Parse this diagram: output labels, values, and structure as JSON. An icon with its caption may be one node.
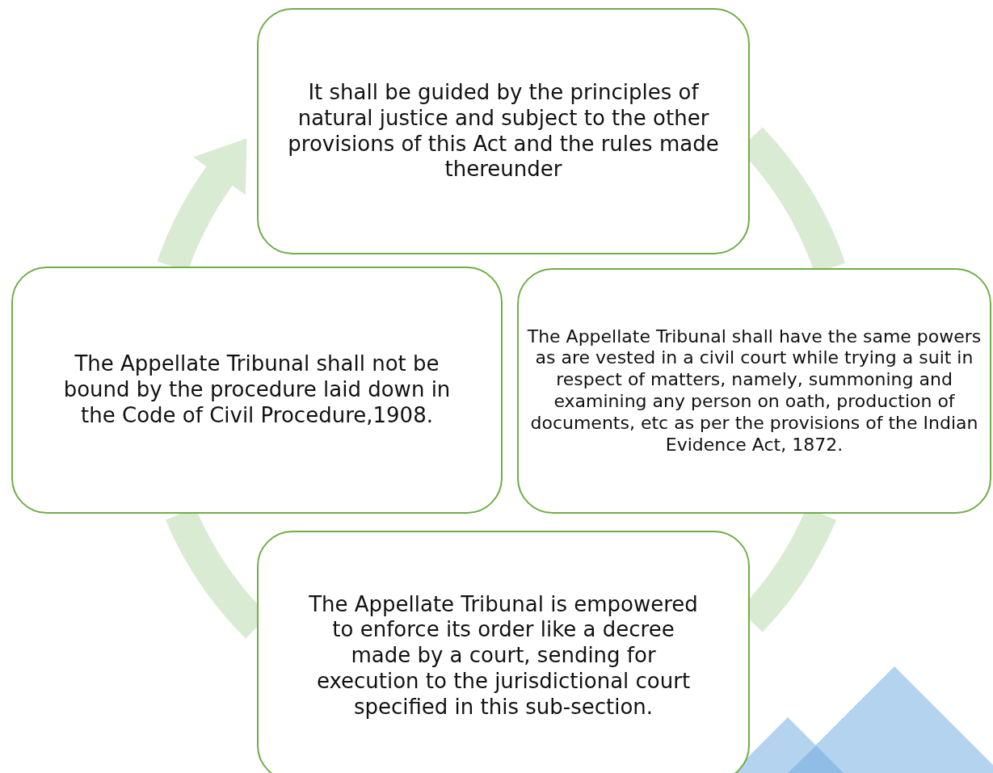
{
  "diagram": {
    "nodes": [
      {
        "text": [
          "It shall be guided by the principles of natural justice and subject to the other provisions of this Act and the rules made thereunder"
        ]
      },
      {
        "text": [
          "The Appellate Tribunal shall not be bound by the procedure laid down in the Code of Civil Procedure,1908."
        ]
      },
      {
        "text": [
          "The Appellate Tribunal shall have the same powers as are vested in a civil court while trying a suit in respect of matters, namely, summoning and examining any person on oath, production of documents, etc as per the provisions of the Indian Evidence Act, 1872."
        ]
      },
      {
        "text": [
          "The Appellate Tribunal is empowered to enforce its order like a decree made by a court, sending for  execution to the jurisdictional court specified in this sub-section."
        ]
      }
    ],
    "edges": [
      {
        "from": 0,
        "to": 2,
        "arrow": "none"
      },
      {
        "from": 2,
        "to": 3,
        "arrow": "none"
      },
      {
        "from": 3,
        "to": 1,
        "arrow": "none"
      },
      {
        "from": 1,
        "to": 0,
        "arrow": "to"
      }
    ]
  }
}
